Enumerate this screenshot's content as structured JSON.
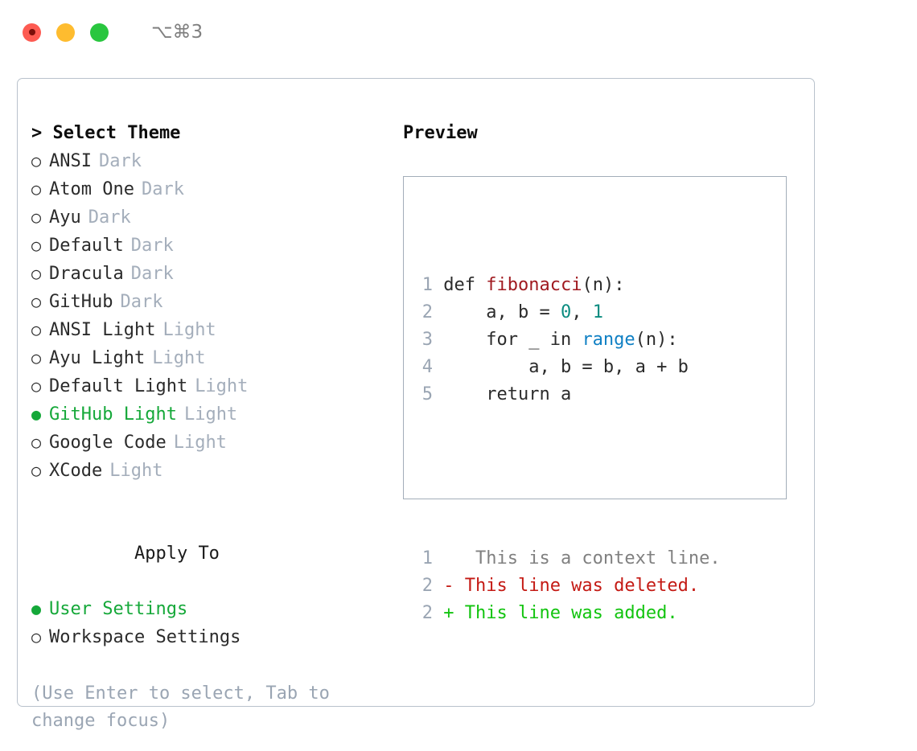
{
  "titlebar": {
    "shortcut": "⌥⌘3",
    "lights": [
      "close-red",
      "minimize-yellow",
      "zoom-green"
    ]
  },
  "theme_picker": {
    "heading": "> Select Theme",
    "bullet_on": "●",
    "bullet_off": "○",
    "options": [
      {
        "name": "ANSI",
        "tag": "Dark",
        "selected": false
      },
      {
        "name": "Atom One",
        "tag": "Dark",
        "selected": false
      },
      {
        "name": "Ayu",
        "tag": "Dark",
        "selected": false
      },
      {
        "name": "Default",
        "tag": "Dark",
        "selected": false
      },
      {
        "name": "Dracula",
        "tag": "Dark",
        "selected": false
      },
      {
        "name": "GitHub",
        "tag": "Dark",
        "selected": false
      },
      {
        "name": "ANSI Light",
        "tag": "Light",
        "selected": false
      },
      {
        "name": "Ayu Light",
        "tag": "Light",
        "selected": false
      },
      {
        "name": "Default Light",
        "tag": "Light",
        "selected": false
      },
      {
        "name": "GitHub Light",
        "tag": "Light",
        "selected": true
      },
      {
        "name": "Google Code",
        "tag": "Light",
        "selected": false
      },
      {
        "name": "XCode",
        "tag": "Light",
        "selected": false
      }
    ]
  },
  "apply_to": {
    "heading": "Apply To",
    "options": [
      {
        "name": "User Settings",
        "selected": true
      },
      {
        "name": "Workspace Settings",
        "selected": false
      }
    ]
  },
  "hint": "(Use Enter to select, Tab to change focus)",
  "preview": {
    "heading": "Preview",
    "code_lines": [
      {
        "num": "1",
        "tokens": [
          {
            "t": "def ",
            "c": "plain"
          },
          {
            "t": "fibonacci",
            "c": "fn"
          },
          {
            "t": "(n):",
            "c": "plain"
          }
        ]
      },
      {
        "num": "2",
        "tokens": [
          {
            "t": "    a, b = ",
            "c": "plain"
          },
          {
            "t": "0",
            "c": "num"
          },
          {
            "t": ", ",
            "c": "plain"
          },
          {
            "t": "1",
            "c": "num"
          }
        ]
      },
      {
        "num": "3",
        "tokens": [
          {
            "t": "    for _ in ",
            "c": "plain"
          },
          {
            "t": "range",
            "c": "call"
          },
          {
            "t": "(n):",
            "c": "plain"
          }
        ]
      },
      {
        "num": "4",
        "tokens": [
          {
            "t": "        a, b = b, a + b",
            "c": "plain"
          }
        ]
      },
      {
        "num": "5",
        "tokens": [
          {
            "t": "    return a",
            "c": "plain"
          }
        ]
      }
    ],
    "diff_lines": [
      {
        "num": "1",
        "marker": " ",
        "text": "  This is a context line.",
        "kind": "ctx"
      },
      {
        "num": "2",
        "marker": "-",
        "text": " This line was deleted.",
        "kind": "del"
      },
      {
        "num": "2",
        "marker": "+",
        "text": " This line was added.",
        "kind": "add"
      }
    ]
  },
  "colors": {
    "selected_green": "#15a839",
    "tag_gray": "#a4aebb",
    "hint_gray": "#9aa5b3",
    "fn_red": "#a01a20",
    "num_teal": "#0b8c80",
    "call_blue": "#1080c4",
    "diff_del_red": "#c41a14",
    "diff_add_green": "#12c40f",
    "panel_border": "#b9c2cc",
    "preview_border": "#a3adb9"
  }
}
